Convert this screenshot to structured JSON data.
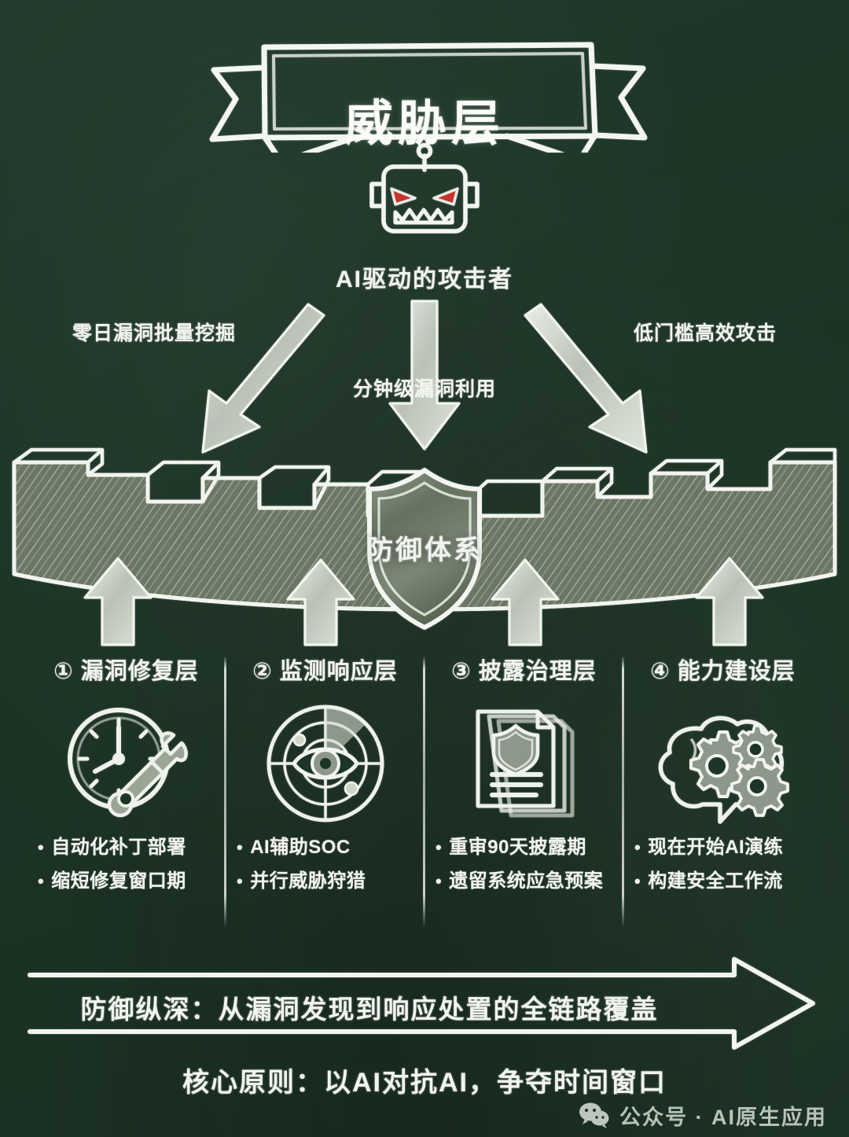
{
  "board": {
    "background_color": "#1d3526",
    "chalk_color": "#f2f4ef"
  },
  "banner": {
    "title": "威胁层"
  },
  "threat": {
    "robot_icon": "angry-robot-icon",
    "eye_color": "#c8342c",
    "attacker_label": "AI驱动的攻击者",
    "arrows": [
      {
        "label": "零日漏洞批量挖掘",
        "direction": "down-left"
      },
      {
        "label": "分钟级漏洞利用",
        "direction": "down"
      },
      {
        "label": "低门槛高效攻击",
        "direction": "down-right"
      }
    ]
  },
  "fortress": {
    "label": "防御体系",
    "shield_icon": "shield-icon",
    "wall_icon": "castle-wall-icon",
    "support_arrow_count": 4
  },
  "layers": [
    {
      "number": "①",
      "title": "漏洞修复层",
      "icon": "clock-wrench-icon",
      "bullets": [
        "自动化补丁部署",
        "缩短修复窗口期"
      ]
    },
    {
      "number": "②",
      "title": "监测响应层",
      "icon": "radar-eye-icon",
      "bullets": [
        "AI辅助SOC",
        "并行威胁狩猎"
      ]
    },
    {
      "number": "③",
      "title": "披露治理层",
      "icon": "shield-documents-icon",
      "bullets": [
        "重审90天披露期",
        "遗留系统应急预案"
      ]
    },
    {
      "number": "④",
      "title": "能力建设层",
      "icon": "brain-gears-icon",
      "bullets": [
        "现在开始AI演练",
        "构建安全工作流"
      ]
    }
  ],
  "band": {
    "text": "防御纵深：从漏洞发现到响应处置的全链路覆盖",
    "arrow_icon": "right-arrow-icon"
  },
  "principle": {
    "text": "核心原则：以AI对抗AI，争夺时间窗口"
  },
  "footer": {
    "icon": "wechat-icon",
    "text": "公众号 · AI原生应用"
  }
}
